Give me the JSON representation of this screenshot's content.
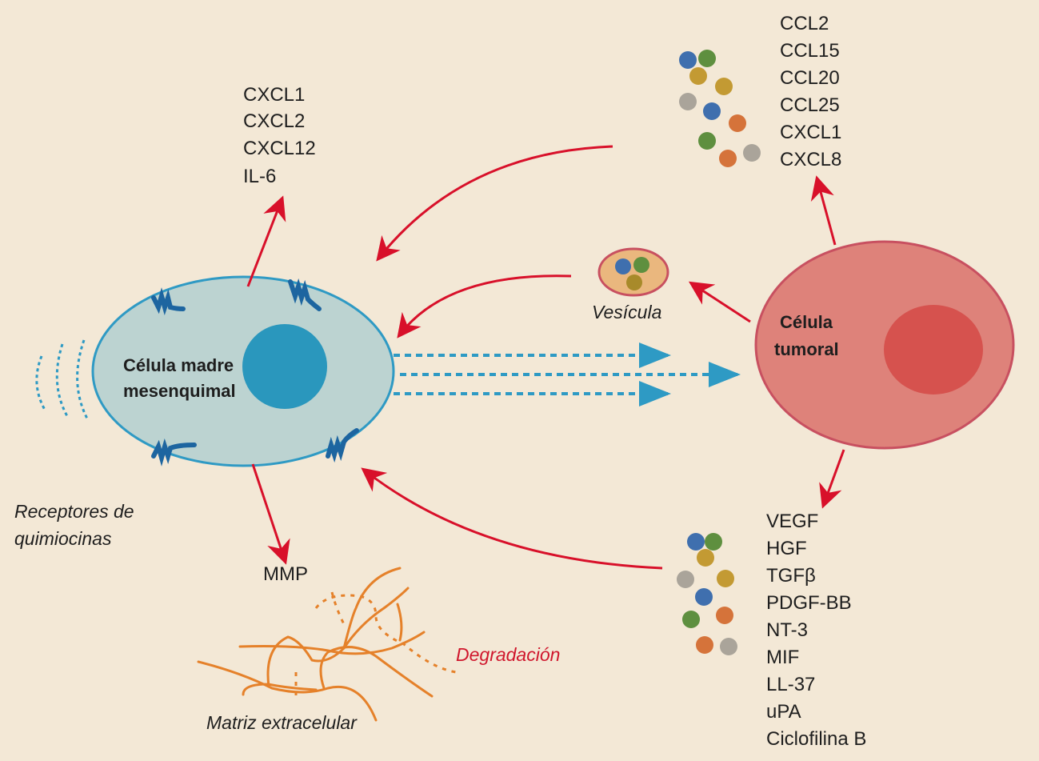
{
  "colors": {
    "background": "#f3e8d6",
    "red_arrow": "#d8102a",
    "stem_cell_fill": "#bcd3d1",
    "stem_cell_stroke": "#2f9ac4",
    "stem_nucleus": "#2a97bd",
    "receptor": "#1d65a0",
    "tumor_fill": "#de827a",
    "tumor_stroke": "#c85060",
    "tumor_nucleus": "#d6524e",
    "dashed_arrow": "#2e9ac4",
    "ecm_fiber": "#e5812a",
    "vesicle_fill": "#eab77e",
    "degradation_text": "#d0172d",
    "bead_blue": "#3f6fae",
    "bead_green": "#5e8f3f",
    "bead_yellow": "#c39a33",
    "bead_gray": "#aaa49a",
    "bead_orange": "#d5733a"
  },
  "stem_cell": {
    "label_line1": "Célula madre",
    "label_line2": "mesenquimal"
  },
  "tumor_cell": {
    "label_line1": "Célula",
    "label_line2": "tumoral"
  },
  "vesicle": {
    "label": "Vesícula"
  },
  "receptors_label": {
    "line1": "Receptores de",
    "line2": "quimiocinas"
  },
  "ecm": {
    "mmp_label": "MMP",
    "degradation_label": "Degradación",
    "matrix_label": "Matriz extracelular"
  },
  "stem_secreted": [
    "CXCL1",
    "CXCL2",
    "CXCL12",
    "IL-6"
  ],
  "tumor_top_secreted": [
    "CCL2",
    "CCL15",
    "CCL20",
    "CCL25",
    "CXCL1",
    "CXCL8"
  ],
  "tumor_bottom_secreted": [
    "VEGF",
    "HGF",
    "TGFβ",
    "PDGF-BB",
    "NT-3",
    "MIF",
    "LL-37",
    "uPA",
    "Ciclofilina B"
  ],
  "top_beads": [
    "blue",
    "green",
    "yellow",
    "yellow",
    "gray",
    "blue",
    "orange",
    "green",
    "orange",
    "gray"
  ],
  "bottom_beads": [
    "blue",
    "green",
    "yellow",
    "gray",
    "yellow",
    "blue",
    "green",
    "orange",
    "orange",
    "gray"
  ]
}
